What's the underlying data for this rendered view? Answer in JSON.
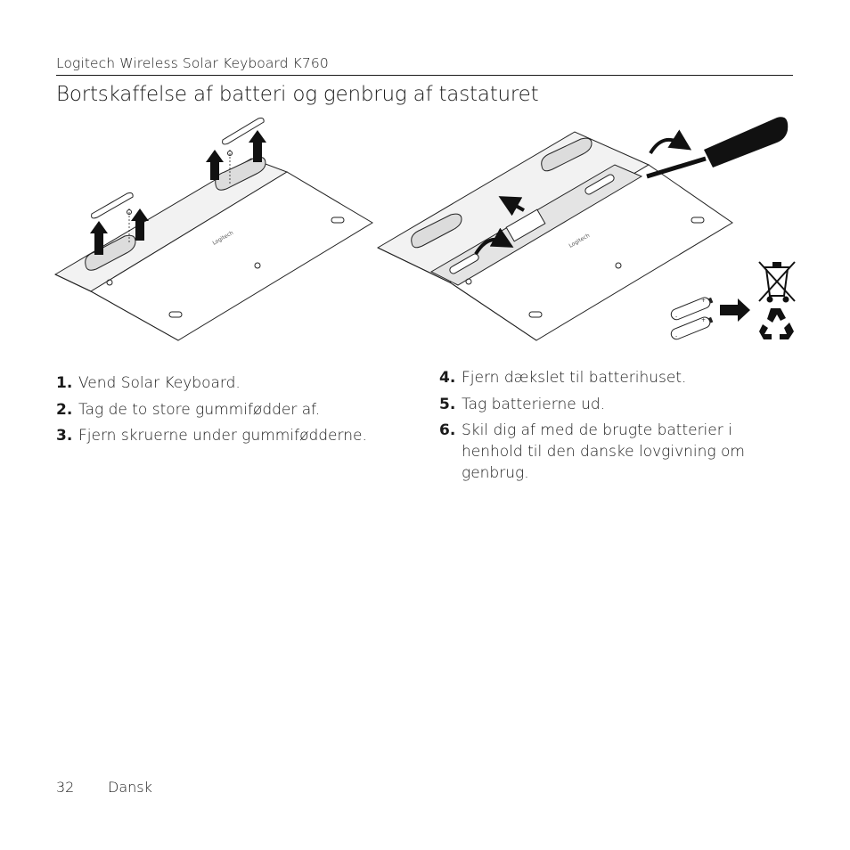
{
  "header": {
    "product": "Logitech Wireless Solar Keyboard K760",
    "title": "Bortskaffelse af batteri og genbrug af tastaturet"
  },
  "illustration": {
    "keyboard_logo": "Logitech",
    "battery_polarity": [
      "+",
      "-",
      "+",
      "-"
    ],
    "icons": [
      "keyboard-underside",
      "screw",
      "arrow-up",
      "screwdriver",
      "battery",
      "arrow-right",
      "crossed-bin",
      "recycle"
    ]
  },
  "steps_left": [
    {
      "num": "1.",
      "text": "Vend Solar Keyboard."
    },
    {
      "num": "2.",
      "text": "Tag de to store gummifødder af."
    },
    {
      "num": "3.",
      "text": "Fjern skruerne under gummifødderne."
    }
  ],
  "steps_right": [
    {
      "num": "4.",
      "text": "Fjern dækslet til batterihuset."
    },
    {
      "num": "5.",
      "text": "Tag batterierne ud."
    },
    {
      "num": "6.",
      "text": "Skil dig af med de brugte batterier i henhold til den danske lovgivning om genbrug."
    }
  ],
  "footer": {
    "page_number": "32",
    "language": "Dansk"
  }
}
